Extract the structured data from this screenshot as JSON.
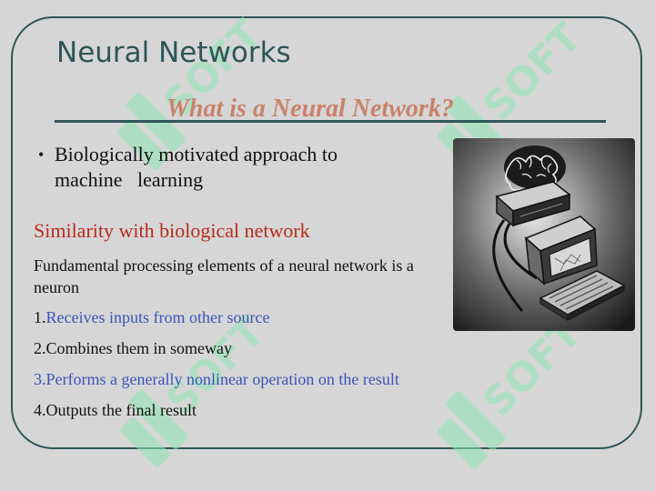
{
  "slide": {
    "title": "Neural Networks",
    "subtitle": "What is a Neural Network?",
    "bullets": [
      {
        "line1": "Biologically motivated approach to",
        "line2": "machine   learning"
      }
    ],
    "section_heading": "Similarity with biological network",
    "paragraph": "Fundamental processing elements of a neural network is a neuron",
    "steps": [
      {
        "num": "1.",
        "text": "Receives inputs from other source"
      },
      {
        "num": "2.",
        "text": "Combines them in someway"
      },
      {
        "num": "",
        "text": "3.Performs a generally nonlinear operation on the result"
      },
      {
        "num": "4.",
        "text": "Outputs the final result"
      }
    ],
    "watermark": "SOFT"
  },
  "colors": {
    "frame": "#2f5656",
    "title": "#2f5656",
    "subtitle": "#c9826a",
    "section_heading": "#b82b1e",
    "blue_text": "#3a55b8",
    "watermark": "#8fe8b6"
  },
  "illustration": {
    "icon": "brain-computer-illustration"
  }
}
